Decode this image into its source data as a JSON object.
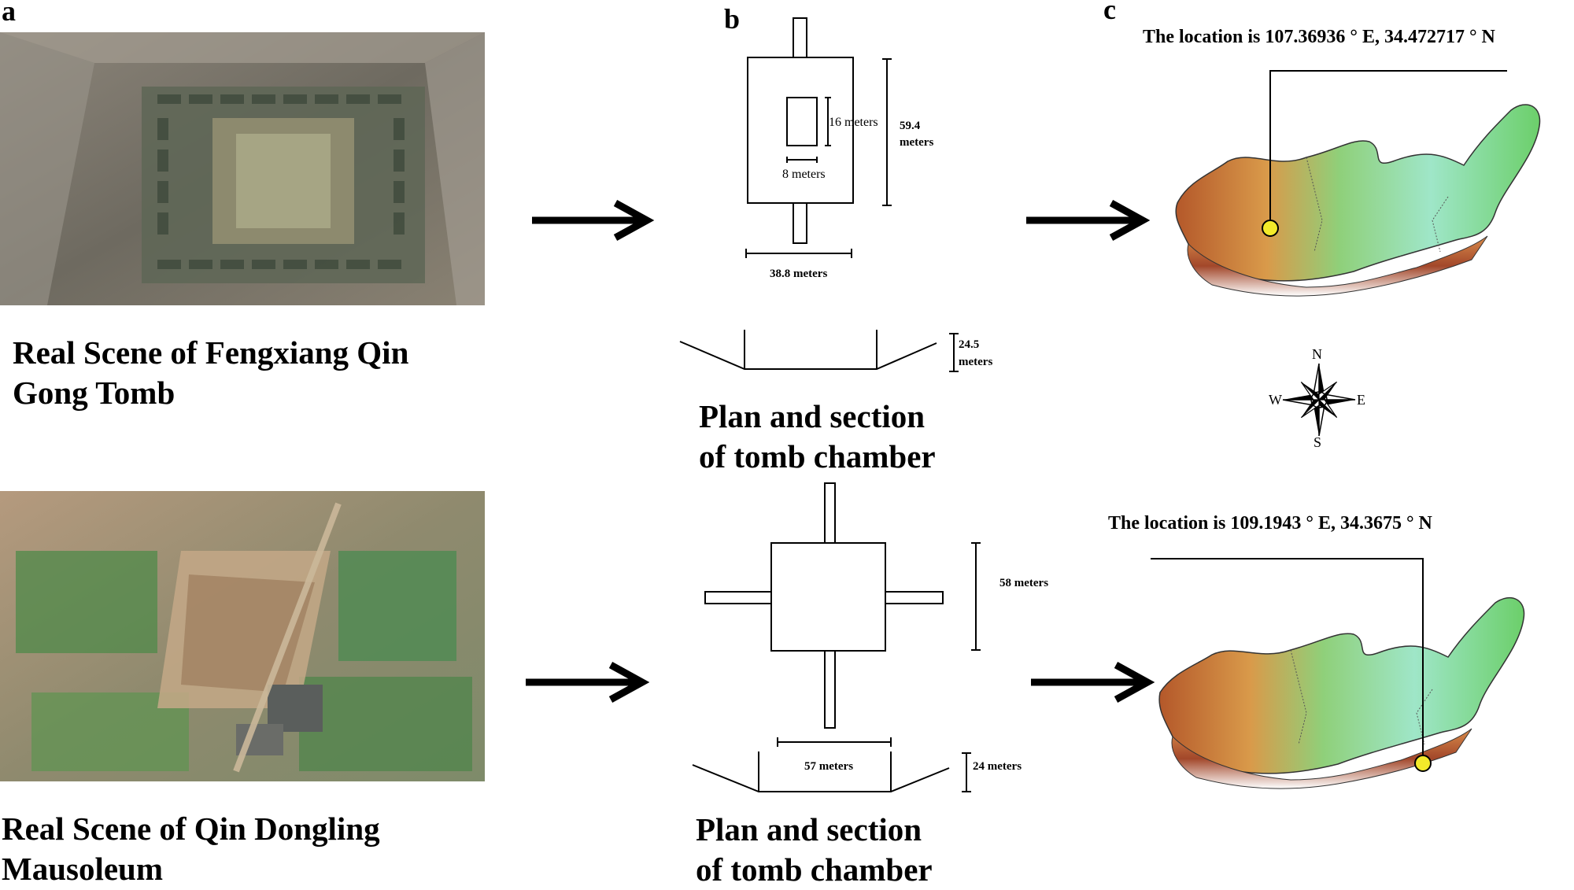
{
  "panels": {
    "a": "a",
    "b": "b",
    "c": "c"
  },
  "row1": {
    "caption_line1": "Real Scene of Fengxiang Qin",
    "caption_line2": "Gong Tomb",
    "plan": {
      "inner_height": "16 meters",
      "inner_width": "8 meters",
      "outer_height_num": "59.4",
      "outer_height_unit": "meters",
      "outer_width": "38.8 meters",
      "depth_num": "24.5",
      "depth_unit": "meters"
    },
    "section_caption_line1": "Plan and section",
    "section_caption_line2": "of tomb chamber",
    "location": "The location is 107.36936 ° E, 34.472717 ° N"
  },
  "row2": {
    "caption_line1": "Real Scene of Qin Dongling",
    "caption_line2": "Mausoleum",
    "plan": {
      "height": "58 meters",
      "width": "57 meters",
      "depth": "24 meters"
    },
    "section_caption_line1": "Plan and section",
    "section_caption_line2": "of tomb chamber",
    "location": "The location is 109.1943 ° E, 34.3675 ° N"
  },
  "compass": {
    "n": "N",
    "s": "S",
    "e": "E",
    "w": "W"
  },
  "colors": {
    "marker": "#f3ea2a",
    "map_low": "#bff0e6",
    "map_mid": "#77c96a",
    "map_high": "#b4582a"
  }
}
